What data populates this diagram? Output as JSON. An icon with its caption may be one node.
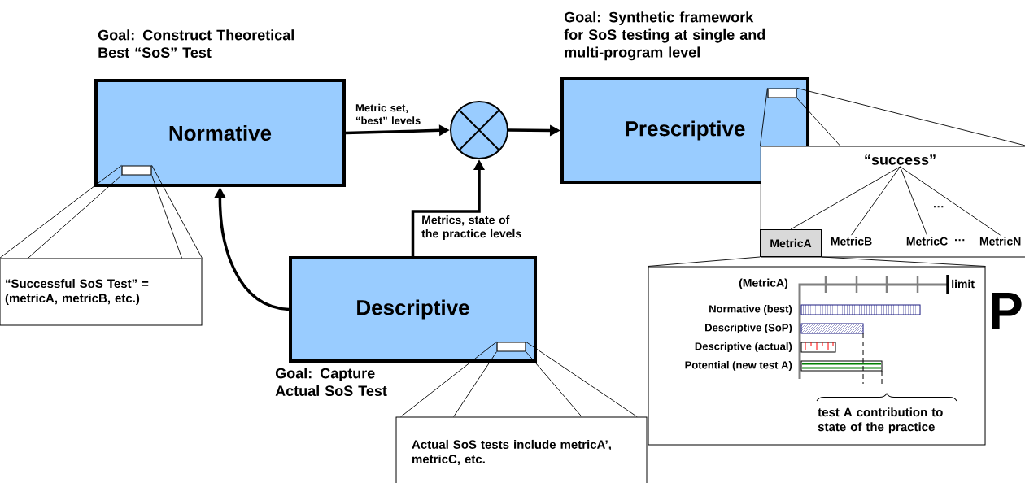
{
  "diagram": {
    "nodes": [
      {
        "text": [
          "Goal: Construct Theoretical Best “SoS” Test",
          "Normative"
        ]
      },
      {
        "text": [],
        "shape": "box",
        "in": 0
      },
      {
        "text": [
          "“Successful SoS Test” = (metricA, metricB, etc.)"
        ]
      },
      {
        "text": [],
        "shape": "circle"
      },
      {
        "text": [
          "Goal: Synthetic framework for SoS testing at single and multi-program level",
          "Prescriptive"
        ]
      },
      {
        "text": [],
        "shape": "box",
        "in": 4
      },
      {
        "text": [],
        "shape": "box"
      },
      {
        "text": [
          "“success”"
        ],
        "in": 6
      },
      {
        "text": [
          "MetricA"
        ],
        "in": 6
      },
      {
        "text": [
          "MetricB"
        ],
        "in": 6
      },
      {
        "text": [
          "MetricC"
        ],
        "in": 6
      },
      {
        "text": [
          "MetricN"
        ],
        "in": 6
      },
      {
        "text": [],
        "shape": "box"
      },
      {
        "text": [
          "Descriptive",
          "Goal: Capture Actual SoS Test"
        ]
      },
      {
        "text": [],
        "shape": "box",
        "in": 13
      },
      {
        "text": [
          "Actual SoS tests include metricA’, metricC, etc."
        ]
      }
    ],
    "edges": [
      {
        "from": 0,
        "to": 3,
        "arrow": "to",
        "label": "Metric set, “best” levels",
        "style": "thick"
      },
      {
        "from": 3,
        "to": 4,
        "arrow": "to",
        "style": "thick"
      },
      {
        "from": 13,
        "to": 3,
        "arrow": "to",
        "label": "Metrics, state of the practice levels",
        "style": "thick"
      },
      {
        "from": 13,
        "to": 0,
        "arrow": "to",
        "style": "thick"
      },
      {
        "from": 1,
        "to": 2,
        "arrow": "none"
      },
      {
        "from": 1,
        "to": 2,
        "arrow": "none"
      },
      {
        "from": 1,
        "to": 2,
        "arrow": "none"
      },
      {
        "from": 1,
        "to": 2,
        "arrow": "none"
      },
      {
        "from": 5,
        "to": 6,
        "arrow": "none"
      },
      {
        "from": 5,
        "to": 6,
        "arrow": "none"
      },
      {
        "from": 5,
        "to": 6,
        "arrow": "none"
      },
      {
        "from": 7,
        "to": 8,
        "arrow": "none"
      },
      {
        "from": 7,
        "to": 9,
        "arrow": "none"
      },
      {
        "from": 7,
        "to": 10,
        "arrow": "none"
      },
      {
        "from": 7,
        "to": 11,
        "arrow": "none"
      },
      {
        "from": 8,
        "to": 12,
        "arrow": "none"
      },
      {
        "from": 8,
        "to": 12,
        "arrow": "none"
      },
      {
        "from": 14,
        "to": 15,
        "arrow": "none"
      },
      {
        "from": 14,
        "to": 15,
        "arrow": "none"
      },
      {
        "from": 14,
        "to": 15,
        "arrow": "none"
      },
      {
        "from": 14,
        "to": 15,
        "arrow": "none"
      }
    ],
    "labels": [
      "···",
      "···",
      "(MetricA)",
      "limit",
      "Normative (best)",
      "Descriptive (SoP)",
      "Descriptive (actual)",
      "Potential (new test A)",
      "test A contribution to state of the practice",
      "P"
    ]
  }
}
